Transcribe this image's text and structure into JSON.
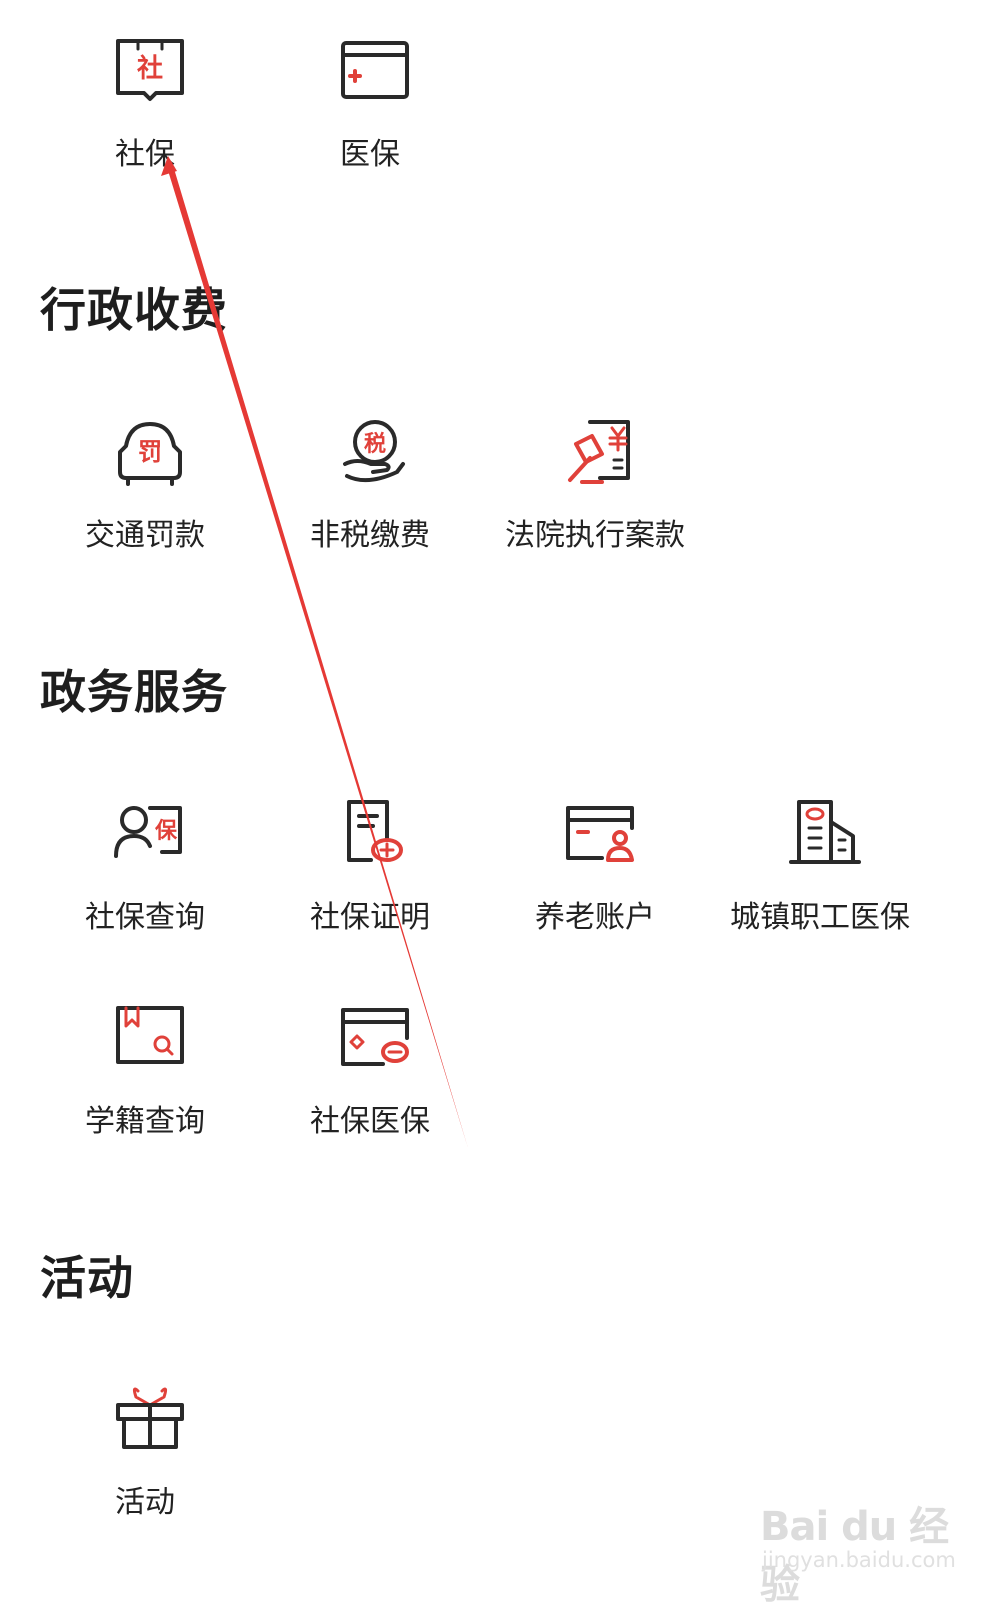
{
  "colors": {
    "accent": "#e0413a",
    "icon_stroke": "#2a2a2a",
    "annotation_arrow": "#e53935"
  },
  "top_row": {
    "items": [
      {
        "label": "社保",
        "icon": "social-security-book-icon",
        "glyph": "社"
      },
      {
        "label": "医保",
        "icon": "medical-insurance-card-icon"
      }
    ]
  },
  "sections": [
    {
      "title": "行政收费",
      "items": [
        {
          "label": "交通罚款",
          "icon": "traffic-fine-car-icon",
          "glyph": "罚"
        },
        {
          "label": "非税缴费",
          "icon": "non-tax-payment-hand-icon",
          "glyph": "税"
        },
        {
          "label": "法院执行案款",
          "icon": "court-gavel-icon",
          "glyph": "¥"
        }
      ]
    },
    {
      "title": "政务服务",
      "items": [
        {
          "label": "社保查询",
          "icon": "social-security-query-person-icon",
          "glyph": "保"
        },
        {
          "label": "社保证明",
          "icon": "social-security-certificate-icon"
        },
        {
          "label": "养老账户",
          "icon": "pension-account-card-icon"
        },
        {
          "label": "城镇职工医保",
          "icon": "urban-employee-building-icon"
        },
        {
          "label": "学籍查询",
          "icon": "student-record-search-icon"
        },
        {
          "label": "社保医保",
          "icon": "social-medical-insurance-card-icon"
        }
      ]
    },
    {
      "title": "活动",
      "items": [
        {
          "label": "活动",
          "icon": "gift-box-icon"
        }
      ]
    }
  ],
  "watermark": {
    "main": "Bai du 经验",
    "sub": "jingyan.baidu.com"
  }
}
